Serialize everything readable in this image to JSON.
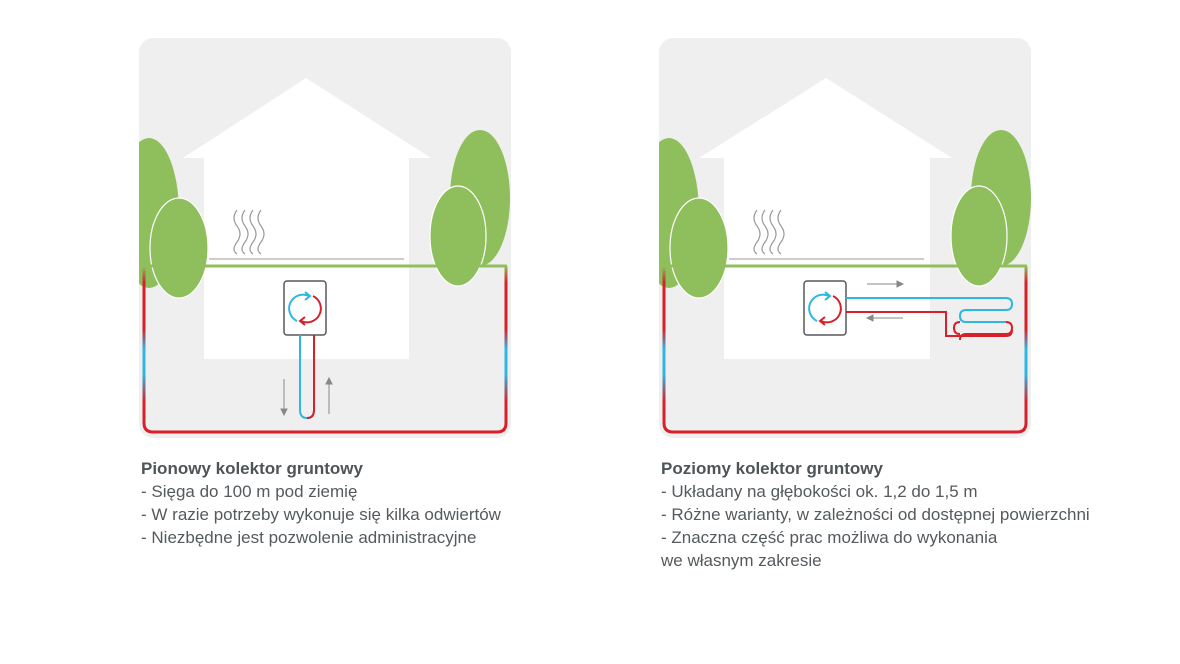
{
  "colors": {
    "card_background": "#efefef",
    "house": "#ffffff",
    "tree": "#8fbf5c",
    "grass_line": "#8fbf5c",
    "ground_outline": "#d6202a",
    "pipe_cold": "#2fb7e3",
    "pipe_hot": "#d6202a",
    "arrow": "#888888",
    "text": "#555a5e"
  },
  "panels": [
    {
      "id": "vertical",
      "title": "Pionowy kolektor gruntowy",
      "bullets": [
        "- Sięga do 100 m pod ziemię",
        "- W razie potrzeby wykonuje się kilka odwiertów",
        "- Niezbędne jest pozwolenie administracyjne"
      ]
    },
    {
      "id": "horizontal",
      "title": "Poziomy kolektor gruntowy",
      "bullets": [
        "- Układany na głębokości ok. 1,2 do 1,5 m",
        "- Różne warianty, w zależności od dostępnej powierzchni",
        "- Znaczna część prac możliwa do wykonania\n  we własnym zakresie"
      ]
    }
  ],
  "icons": {
    "heat_pump": "heat-pump-icon",
    "cycle": "cycle-arrows-icon",
    "heat_waves": "heat-waves-icon"
  }
}
